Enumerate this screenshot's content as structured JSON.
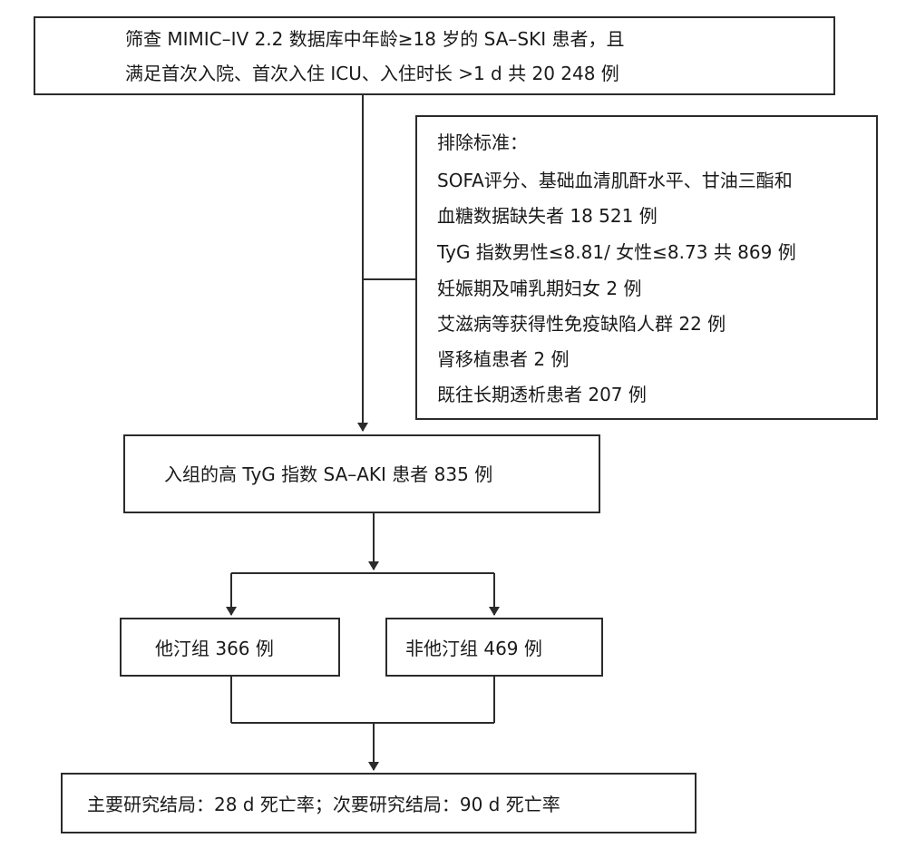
{
  "screening": {
    "line1": "筛查 MIMIC–IV 2.2 数据库中年龄≥18 岁的 SA–SKI 患者，且",
    "line2": "满足首次入院、首次入住 ICU、入住时长 >1 d 共 20 248 例"
  },
  "exclusion": {
    "title": "排除标准：",
    "items": [
      "SOFA评分、基础血清肌酐水平、甘油三酯和",
      "血糖数据缺失者 18 521 例",
      "TyG 指数男性≤8.81/ 女性≤8.73 共 869 例",
      "妊娠期及哺乳期妇女 2 例",
      "艾滋病等获得性免疫缺陷人群 22 例",
      "肾移植患者 2 例",
      "既往长期透析患者 207 例"
    ]
  },
  "enrolled": {
    "label": "入组的高 TyG 指数 SA–AKI 患者 835 例"
  },
  "groups": {
    "statin": "他汀组 366 例",
    "non_statin": "非他汀组 469 例"
  },
  "outcome": {
    "label": "主要研究结局：28 d 死亡率；次要研究结局：90 d 死亡率"
  }
}
